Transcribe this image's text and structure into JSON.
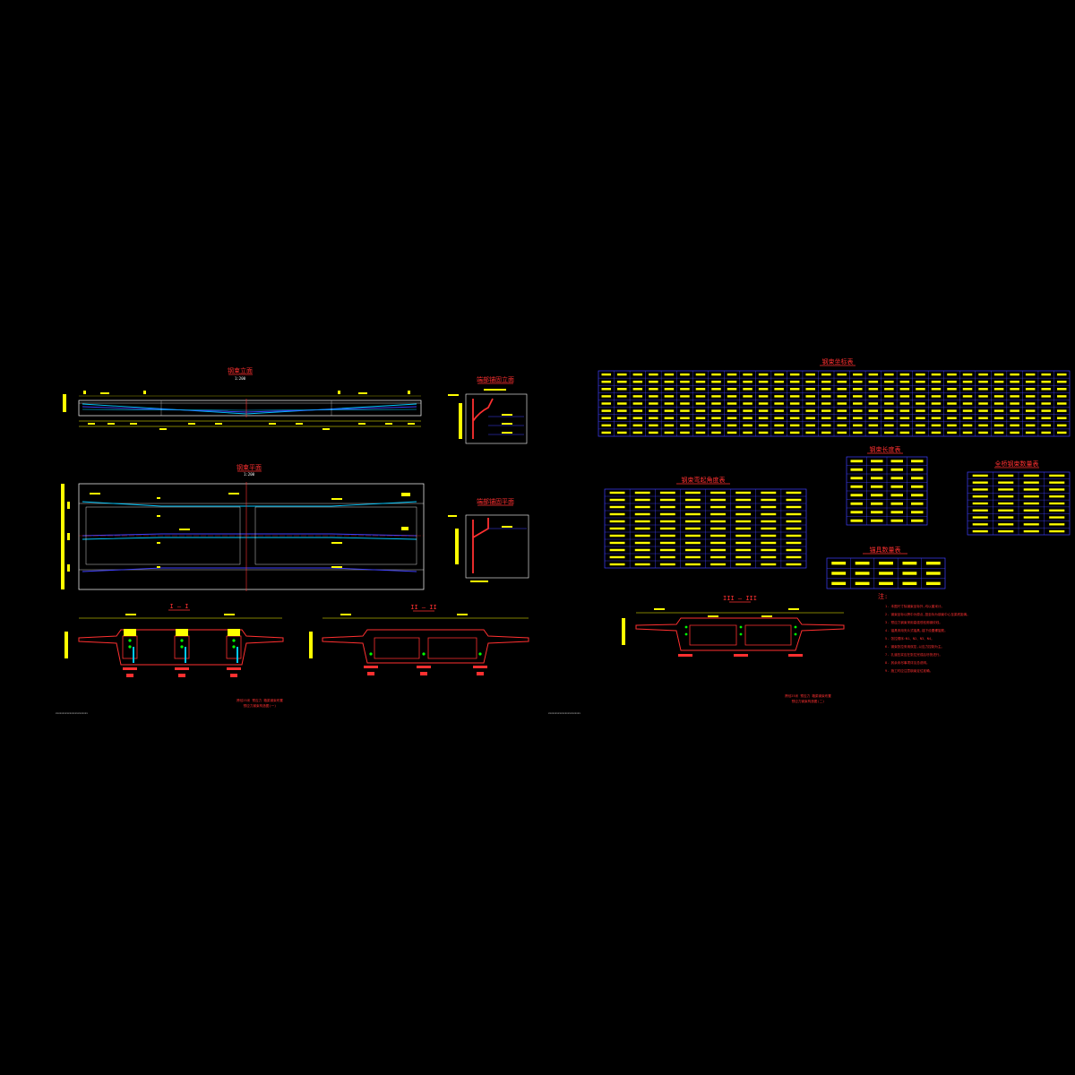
{
  "sheet1": {
    "views": {
      "elevation_title": "钢束立面",
      "elevation_scale": "1:200",
      "plan_title": "钢束平面",
      "plan_scale": "1:200",
      "detail1_title": "端部锚固立面",
      "detail2_title": "端部锚固平面",
      "section1_title": "I — I",
      "section2_title": "II — II"
    },
    "caption_line1": "跨径25米 预应力 箱梁钢束布置",
    "caption_line2": "预应力钢束构造图(一)",
    "footer": "xxxxxxxxxxxxxxxxxxxxxxx"
  },
  "sheet2": {
    "main_table_title": "钢束坐标表",
    "bend_table_title": "钢束弯起角度表",
    "length_table_title": "钢束长度表",
    "material_table_title": "全桥钢束数量表",
    "anchor_table_title": "锚具数量表",
    "section3_title": "III — III",
    "notes_title": "注:",
    "notes": [
      "1. 本图尺寸除钢束坐标外,均以厘米计。",
      "2. 钢束坐标以跨中为原点,竖坐标为钢束中心至梁底距离。",
      "3. 预应力钢束采用高强低松弛钢绞线。",
      "4. 锚具采用夹片式锚具,锚下设置螺旋筋。",
      "5. 张拉顺序:N1、N2、N3、N4。",
      "6. 钢束张拉采用双控,以应力控制为主。",
      "7. 孔道压浆应在张拉完成后尽快进行。",
      "8. 其余未尽事项详见总说明。",
      "9. 施工时应注意钢束定位准确。"
    ],
    "caption_line1": "跨径25米 预应力 箱梁钢束布置",
    "caption_line2": "预应力钢束构造图(二)",
    "footer": "xxxxxxxxxxxxxxxxxxxxxxx"
  },
  "colors": {
    "background": "#000000",
    "title_red": "#ff3030",
    "dim_yellow": "#ffff00",
    "table_blue": "#4040ff",
    "tendon_cyan": "#00c8ff",
    "outline_white": "#ffffff",
    "rebar_green": "#00ff00"
  }
}
